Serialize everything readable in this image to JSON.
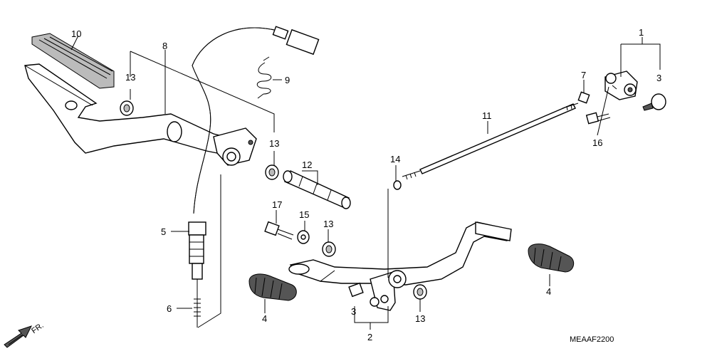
{
  "diagram_code": "MEAAF2200",
  "front_marker": "FR.",
  "callouts": {
    "c1": "1",
    "c2": "2",
    "c3a": "3",
    "c3b": "3",
    "c4a": "4",
    "c4b": "4",
    "c5": "5",
    "c6": "6",
    "c7": "7",
    "c8": "8",
    "c9": "9",
    "c10": "10",
    "c11": "11",
    "c12": "12",
    "c13a": "13",
    "c13b": "13",
    "c13c": "13",
    "c13d": "13",
    "c14": "14",
    "c15": "15",
    "c16": "16",
    "c17": "17"
  }
}
